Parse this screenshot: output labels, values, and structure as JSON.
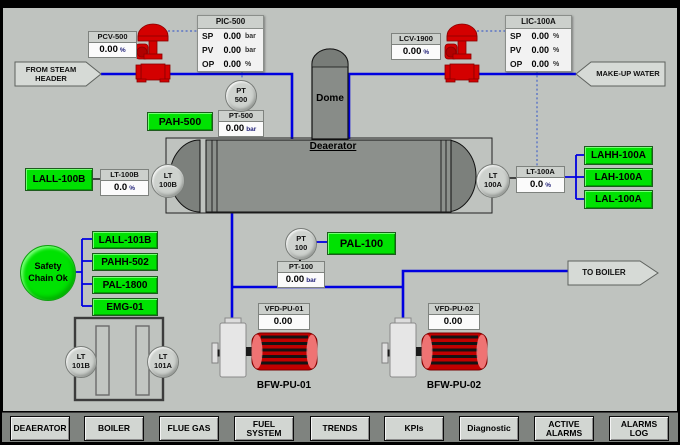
{
  "arrows": {
    "from_steam_header": {
      "line1": "FROM STEAM",
      "line2": "HEADER"
    },
    "make_up_water": {
      "label": "MAKE-UP WATER"
    },
    "to_boiler": {
      "label": "TO BOILER"
    }
  },
  "controllers": {
    "pic500": {
      "title": "PIC-500",
      "rows": [
        {
          "name": "SP",
          "value": "0.00",
          "unit": "bar"
        },
        {
          "name": "PV",
          "value": "0.00",
          "unit": "bar"
        },
        {
          "name": "OP",
          "value": "0.00",
          "unit": "%"
        }
      ]
    },
    "lic100a": {
      "title": "LIC-100A",
      "rows": [
        {
          "name": "SP",
          "value": "0.00",
          "unit": "%"
        },
        {
          "name": "PV",
          "value": "0.00",
          "unit": "%"
        },
        {
          "name": "OP",
          "value": "0.00",
          "unit": "%"
        }
      ]
    }
  },
  "tags": {
    "pcv500": {
      "label": "PCV-500",
      "value": "0.00",
      "unit": "%"
    },
    "lcv1900": {
      "label": "LCV-1900",
      "value": "0.00",
      "unit": "%"
    },
    "pt500": {
      "label": "PT-500",
      "value": "0.00",
      "unit": "bar"
    },
    "pt100": {
      "label": "PT-100",
      "value": "0.00",
      "unit": "bar"
    },
    "lt100b": {
      "label": "LT-100B",
      "value": "0.0",
      "unit": "%"
    },
    "lt100a": {
      "label": "LT-100A",
      "value": "0.0",
      "unit": "%"
    },
    "vfd_pu_01": {
      "label": "VFD-PU-01",
      "value": "0.00",
      "unit": ""
    },
    "vfd_pu_02": {
      "label": "VFD-PU-02",
      "value": "0.00",
      "unit": ""
    }
  },
  "instruments": {
    "pt500": {
      "line1": "PT",
      "line2": "500"
    },
    "pt100": {
      "line1": "PT",
      "line2": "100"
    },
    "lt100b": {
      "line1": "LT",
      "line2": "100B"
    },
    "lt100a": {
      "line1": "LT",
      "line2": "100A"
    },
    "lt101b": {
      "line1": "LT",
      "line2": "101B"
    },
    "lt101a": {
      "line1": "LT",
      "line2": "101A"
    }
  },
  "alarm_labels": {
    "pah500": "PAH-500",
    "lall100b": "LALL-100B",
    "lahh100a": "LAHH-100A",
    "lah100a": "LAH-100A",
    "lal100a": "LAL-100A",
    "pal100": "PAL-100",
    "lall101b": "LALL-101B",
    "pahh502": "PAHH-502",
    "pal1800": "PAL-1800",
    "emg01": "EMG-01"
  },
  "safety_chain": {
    "line1": "Safety",
    "line2": "Chain Ok"
  },
  "vessel": {
    "label": "Deaerator",
    "dome_label": "Dome"
  },
  "pumps": {
    "pump1_label": "BFW-PU-01",
    "pump2_label": "BFW-PU-02"
  },
  "nav": {
    "buttons": [
      {
        "l1": "DEAERATOR",
        "l2": ""
      },
      {
        "l1": "BOILER",
        "l2": ""
      },
      {
        "l1": "FLUE GAS",
        "l2": ""
      },
      {
        "l1": "FUEL",
        "l2": "SYSTEM"
      },
      {
        "l1": "TRENDS",
        "l2": ""
      },
      {
        "l1": "KPIs",
        "l2": ""
      },
      {
        "l1": "Diagnostic",
        "l2": ""
      },
      {
        "l1": "ACTIVE",
        "l2": "ALARMS"
      },
      {
        "l1": "ALARMS",
        "l2": "LOG"
      }
    ]
  },
  "colors": {
    "ok_green": "#00e202",
    "valve_red": "#d40000",
    "pipe_blue": "#0000e0",
    "vessel_gray": "#8c908c",
    "background_gray": "#bfc3bf"
  }
}
